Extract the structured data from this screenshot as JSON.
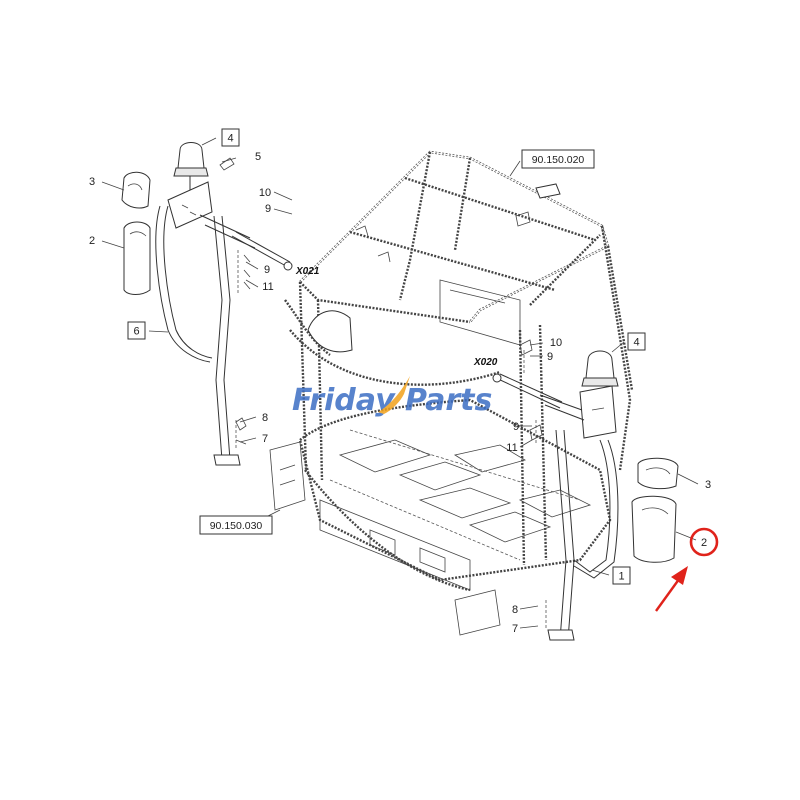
{
  "callouts": {
    "c1": "1",
    "c2_left": "2",
    "c2_right": "2",
    "c3_left": "3",
    "c3_right": "3",
    "c4_top": "4",
    "c4_right": "4",
    "c5": "5",
    "c6": "6",
    "c7_left": "7",
    "c7_bottom": "7",
    "c8_left": "8",
    "c8_bottom": "8",
    "c9_top": "9",
    "c9_mid_left": "9",
    "c9_mid": "9",
    "c9_right": "9",
    "c10_top": "10",
    "c10_right": "10",
    "c11_top": "11",
    "c11_right": "11"
  },
  "references": {
    "ref_top": "90.150.020",
    "ref_bottom": "90.150.030"
  },
  "connectors": {
    "x021": "X021",
    "x020": "X020"
  },
  "watermark": {
    "part1": "Friday",
    "part2": "Parts"
  },
  "colors": {
    "highlight": "#e0231b",
    "watermark_blue": "#3c6ec4",
    "watermark_orange": "#f2a21c",
    "line": "#333333"
  },
  "highlight": {
    "target_callout": "2",
    "icon": "arrow-icon"
  }
}
